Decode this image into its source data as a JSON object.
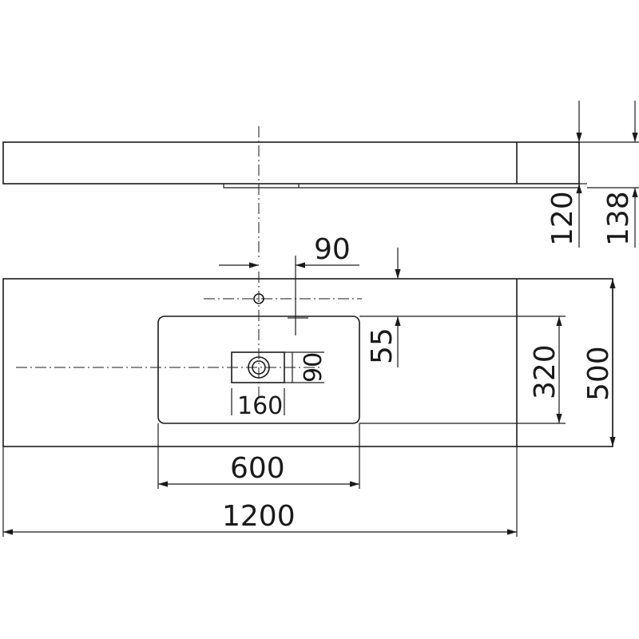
{
  "dimensions": {
    "hole_offset": "90",
    "vert_120": "120",
    "vert_138": "138",
    "offset_55": "55",
    "drain_width": "160",
    "drain_height": "90",
    "bowl_depth": "320",
    "total_depth": "500",
    "bowl_width": "600",
    "total_width": "1200"
  },
  "colors": {
    "line": "#1a1a1a",
    "background": "#ffffff"
  }
}
